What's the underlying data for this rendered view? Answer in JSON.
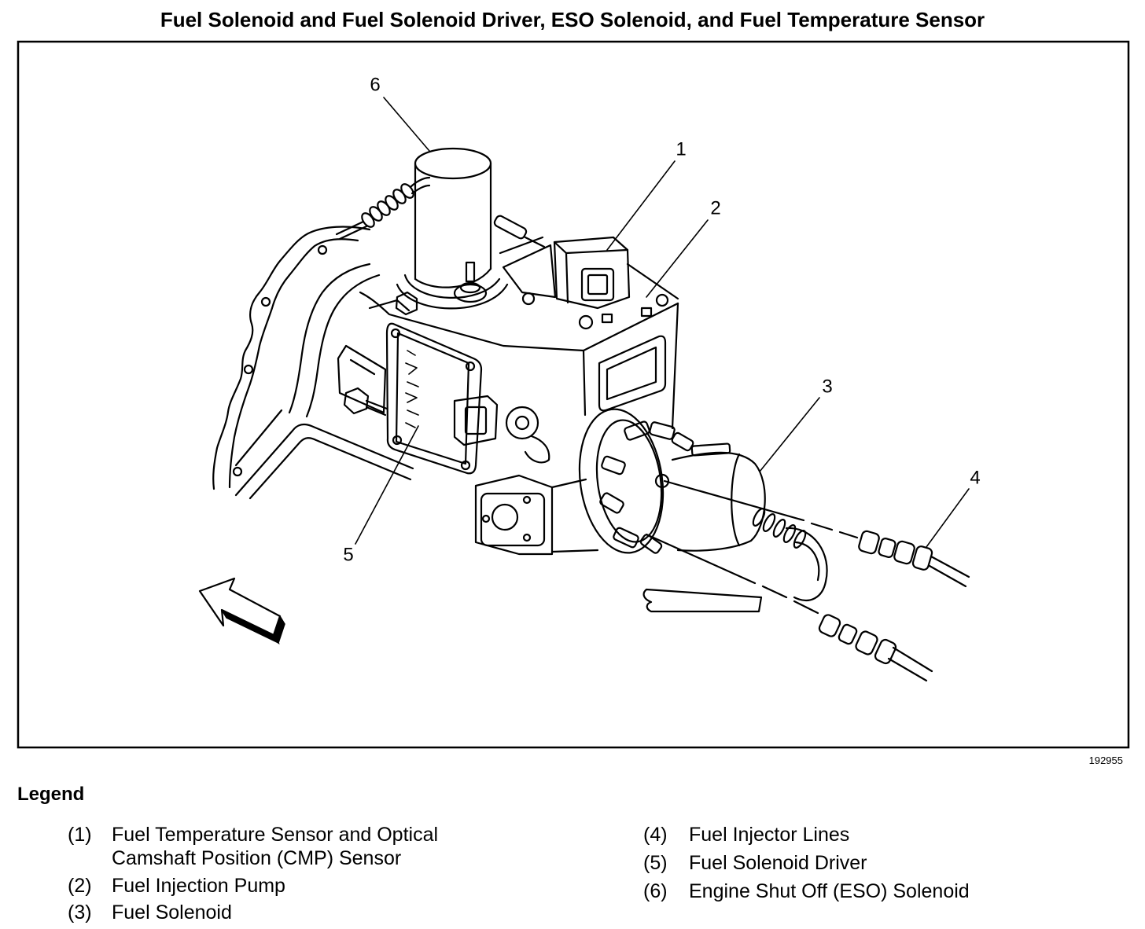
{
  "title": "Fuel Solenoid and Fuel Solenoid Driver, ESO Solenoid, and Fuel Temperature Sensor",
  "figure_id": "192955",
  "callouts": [
    {
      "number": "1"
    },
    {
      "number": "2"
    },
    {
      "number": "3"
    },
    {
      "number": "4"
    },
    {
      "number": "5"
    },
    {
      "number": "6"
    }
  ],
  "legend": {
    "heading": "Legend",
    "items": [
      {
        "number": "(1)",
        "lines": [
          "Fuel Temperature Sensor and Optical",
          "Camshaft Position (CMP) Sensor"
        ]
      },
      {
        "number": "(2)",
        "lines": [
          "Fuel Injection Pump"
        ]
      },
      {
        "number": "(3)",
        "lines": [
          "Fuel Solenoid"
        ]
      },
      {
        "number": "(4)",
        "lines": [
          "Fuel Injector Lines"
        ]
      },
      {
        "number": "(5)",
        "lines": [
          "Fuel Solenoid Driver"
        ]
      },
      {
        "number": "(6)",
        "lines": [
          "Engine Shut Off (ESO) Solenoid"
        ]
      }
    ]
  },
  "colors": {
    "ink": "#000000",
    "background": "#ffffff"
  }
}
